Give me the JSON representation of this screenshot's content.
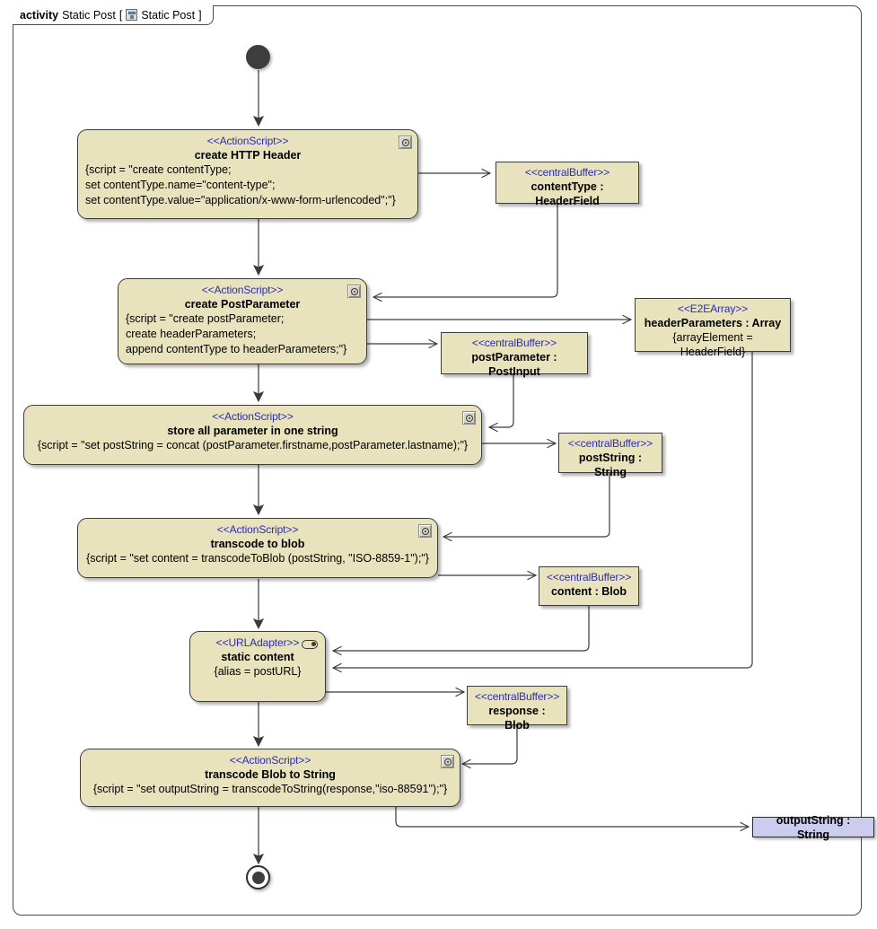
{
  "frame": {
    "keyword": "activity",
    "name": "Static Post",
    "bracket_open": "[",
    "icon": "activity-diagram-icon",
    "inner_name": "Static Post",
    "bracket_close": "]"
  },
  "colors": {
    "node_fill": "#e8e3bd",
    "node_border": "#3c3c3c",
    "stereotype_text": "#2b2bb5",
    "param_fill": "#ccccf0",
    "edge": "#3a3a3a",
    "control_node": "#3d3d3d"
  },
  "nodes": {
    "initial": {
      "name": "initial-node"
    },
    "final": {
      "name": "activity-final-node"
    },
    "create_http_header": {
      "stereotype": "<<ActionScript>>",
      "title": "create HTTP Header",
      "body": "{script = \"create contentType;\nset contentType.name=\"content-type\";\nset contentType.value=\"application/x-www-form-urlencoded\";\"}",
      "icon": "action-script-icon"
    },
    "content_type_buffer": {
      "stereotype": "<<centralBuffer>>",
      "title": "contentType : HeaderField"
    },
    "create_post_parameter": {
      "stereotype": "<<ActionScript>>",
      "title": "create PostParameter",
      "body": "{script = \"create postParameter;\ncreate headerParameters;\nappend contentType to headerParameters;\"}",
      "icon": "action-script-icon"
    },
    "post_parameter_buffer": {
      "stereotype": "<<centralBuffer>>",
      "title": "postParameter : PostInput"
    },
    "header_parameters_array": {
      "stereotype": "<<E2EArray>>",
      "title": "headerParameters : Array",
      "constraint": "{arrayElement = HeaderField}"
    },
    "store_all_parameter": {
      "stereotype": "<<ActionScript>>",
      "title": "store all parameter in one string",
      "body": "{script = \"set postString = concat (postParameter.firstname,postParameter.lastname);\"}",
      "icon": "action-script-icon"
    },
    "post_string_buffer": {
      "stereotype": "<<centralBuffer>>",
      "title": "postString : String"
    },
    "transcode_to_blob": {
      "stereotype": "<<ActionScript>>",
      "title": "transcode to blob",
      "body": "{script = \"set content = transcodeToBlob (postString, \"ISO-8859-1\");\"}",
      "icon": "action-script-icon"
    },
    "content_buffer": {
      "stereotype": "<<centralBuffer>>",
      "title": "content : Blob"
    },
    "static_content": {
      "stereotype": "<<URLAdapter>>",
      "title": "static content",
      "constraint": "{alias = postURL}",
      "icon": "url-adapter-icon"
    },
    "response_buffer": {
      "stereotype": "<<centralBuffer>>",
      "title": "response : Blob"
    },
    "transcode_blob_to_string": {
      "stereotype": "<<ActionScript>>",
      "title": "transcode Blob to String",
      "body": "{script = \"set outputString = transcodeToString(response,\"iso-88591\");\"}",
      "icon": "action-script-icon"
    },
    "output_string_param": {
      "title": "outputString : String"
    }
  }
}
